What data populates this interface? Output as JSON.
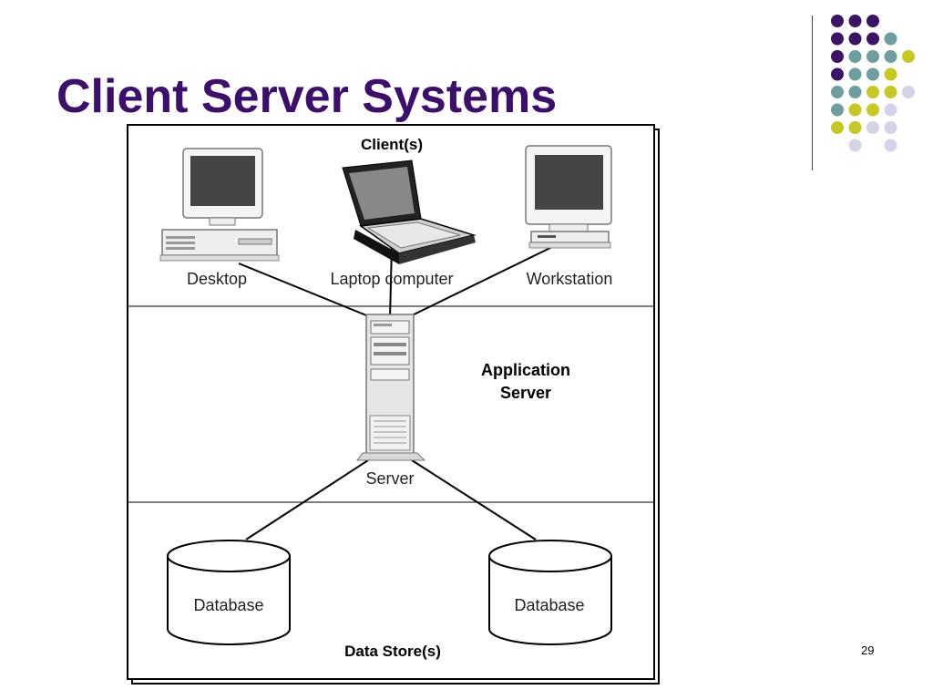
{
  "slide": {
    "title": "Client Server Systems",
    "page_number": "29"
  },
  "diagram": {
    "tiers": {
      "clients": "Client(s)",
      "application": [
        "Application",
        "Server"
      ],
      "data": "Data Store(s)"
    },
    "clients": {
      "desktop": "Desktop",
      "laptop": "Laptop computer",
      "workstation": "Workstation"
    },
    "server": "Server",
    "databases": [
      "Database",
      "Database"
    ]
  },
  "colors": {
    "title": "#3b0f6b",
    "dot_purple": "#3b1466",
    "dot_teal": "#6f9e9e",
    "dot_yellow": "#c8c823",
    "dot_lavender": "#d4d4e8"
  }
}
